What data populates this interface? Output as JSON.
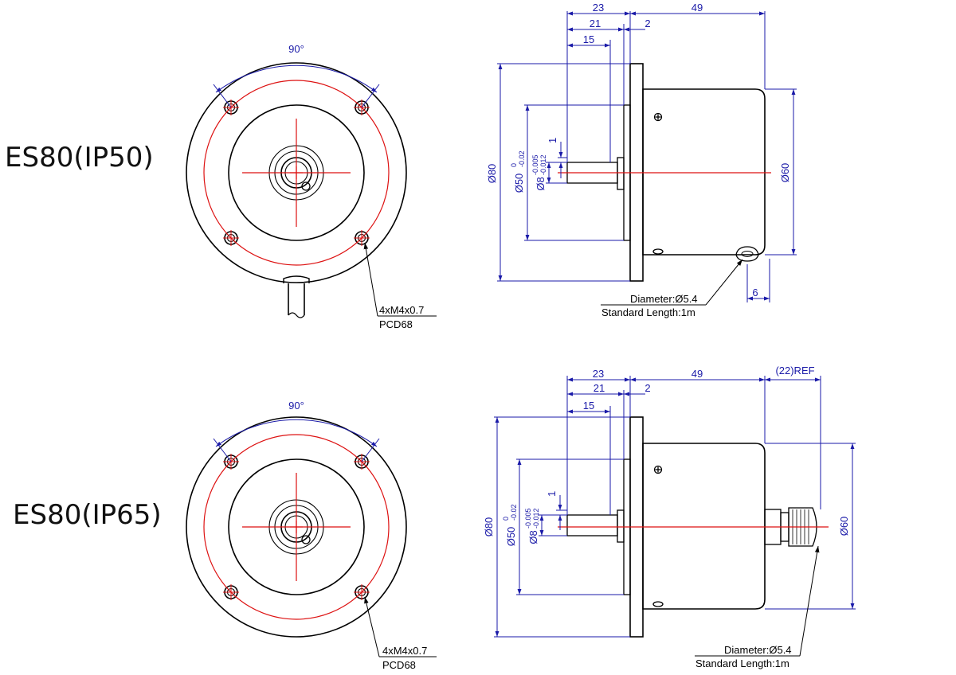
{
  "colors": {
    "outline": "#000000",
    "dimension": "#1a1aa8",
    "centerline": "#dd1111"
  },
  "top": {
    "title": "ES80(IP50)",
    "angle": "90°",
    "hole_note_1": "4xM4x0.7",
    "hole_note_2": "PCD68",
    "dim_23": "23",
    "dim_49": "49",
    "dim_21": "21",
    "dim_2": "2",
    "dim_15": "15",
    "dim_1": "1",
    "dim_80": "Ø80",
    "dim_50": "Ø50",
    "dim_50_tol_up": "0",
    "dim_50_tol_dn": "-0.02",
    "dim_8": "Ø8",
    "dim_8_tol_up": "-0.005",
    "dim_8_tol_dn": "-0.012",
    "dim_60": "Ø60",
    "dim_6": "6",
    "cable_note_1": "Diameter:Ø5.4",
    "cable_note_2": "Standard Length:1m"
  },
  "bottom": {
    "title": "ES80(IP65)",
    "angle": "90°",
    "hole_note_1": "4xM4x0.7",
    "hole_note_2": "PCD68",
    "dim_23": "23",
    "dim_49": "49",
    "dim_ref": "(22)REF",
    "dim_21": "21",
    "dim_2": "2",
    "dim_15": "15",
    "dim_1": "1",
    "dim_80": "Ø80",
    "dim_50": "Ø50",
    "dim_50_tol_up": "0",
    "dim_50_tol_dn": "-0.02",
    "dim_8": "Ø8",
    "dim_8_tol_up": "-0.005",
    "dim_8_tol_dn": "-0.012",
    "dim_60": "Ø60",
    "cable_note_1": "Diameter:Ø5.4",
    "cable_note_2": "Standard Length:1m"
  }
}
